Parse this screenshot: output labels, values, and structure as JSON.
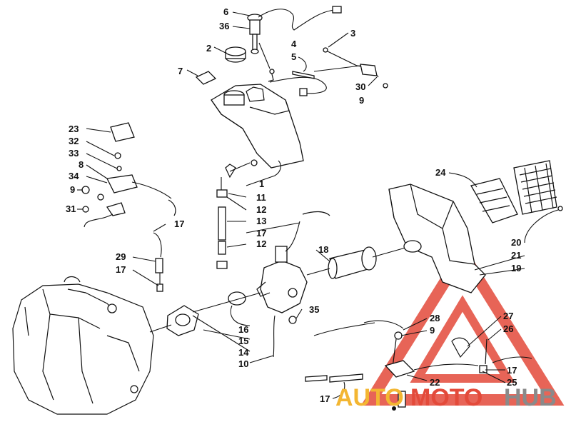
{
  "watermark": {
    "part1": "AUTO",
    "part2": "MOTO",
    "part3": "HUB"
  },
  "callouts": [
    {
      "id": "c6",
      "text": "6"
    },
    {
      "id": "c36",
      "text": "36"
    },
    {
      "id": "c2",
      "text": "2"
    },
    {
      "id": "c3",
      "text": "3"
    },
    {
      "id": "c4",
      "text": "4"
    },
    {
      "id": "c5",
      "text": "5"
    },
    {
      "id": "c7",
      "text": "7"
    },
    {
      "id": "c30",
      "text": "30"
    },
    {
      "id": "c9a",
      "text": "9"
    },
    {
      "id": "c23",
      "text": "23"
    },
    {
      "id": "c32",
      "text": "32"
    },
    {
      "id": "c33",
      "text": "33"
    },
    {
      "id": "c8",
      "text": "8"
    },
    {
      "id": "c34",
      "text": "34"
    },
    {
      "id": "c9b",
      "text": "9"
    },
    {
      "id": "c31",
      "text": "31"
    },
    {
      "id": "c1",
      "text": "1"
    },
    {
      "id": "c11",
      "text": "11"
    },
    {
      "id": "c12a",
      "text": "12"
    },
    {
      "id": "c13",
      "text": "13"
    },
    {
      "id": "c17a",
      "text": "17"
    },
    {
      "id": "c12b",
      "text": "12"
    },
    {
      "id": "c17b",
      "text": "17"
    },
    {
      "id": "c29",
      "text": "29"
    },
    {
      "id": "c17c",
      "text": "17"
    },
    {
      "id": "c24",
      "text": "24"
    },
    {
      "id": "c18",
      "text": "18"
    },
    {
      "id": "c20",
      "text": "20"
    },
    {
      "id": "c21",
      "text": "21"
    },
    {
      "id": "c19",
      "text": "19"
    },
    {
      "id": "c35",
      "text": "35"
    },
    {
      "id": "c28",
      "text": "28"
    },
    {
      "id": "c9c",
      "text": "9"
    },
    {
      "id": "c27",
      "text": "27"
    },
    {
      "id": "c26",
      "text": "26"
    },
    {
      "id": "c16",
      "text": "16"
    },
    {
      "id": "c15",
      "text": "15"
    },
    {
      "id": "c14",
      "text": "14"
    },
    {
      "id": "c10",
      "text": "10"
    },
    {
      "id": "c17d",
      "text": "17"
    },
    {
      "id": "c22",
      "text": "22"
    },
    {
      "id": "c25",
      "text": "25"
    },
    {
      "id": "c17e",
      "text": "17"
    }
  ],
  "colors": {
    "line": "#111111",
    "watermark_red": "#e34a3a",
    "watermark_yellow": "#f3b632",
    "watermark_gray": "#8a8a8a"
  }
}
